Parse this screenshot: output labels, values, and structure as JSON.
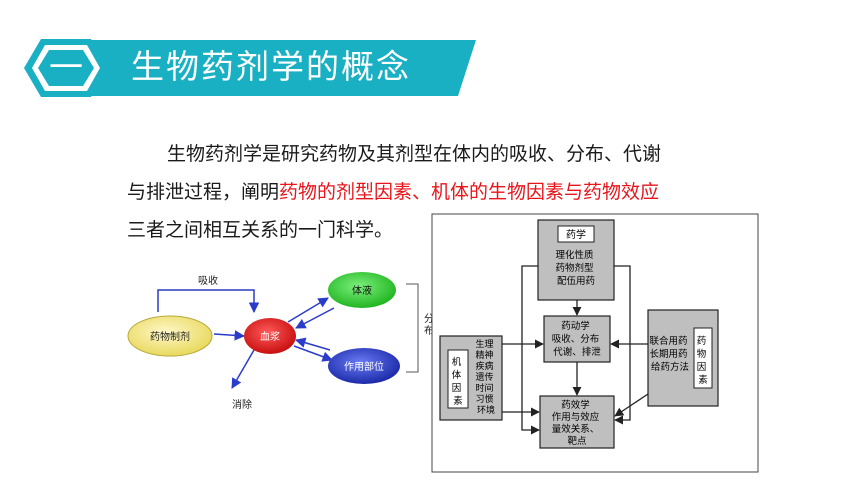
{
  "header": {
    "badge": "一",
    "title": "生物药剂学的概念"
  },
  "paragraph": {
    "line1": "生物药剂学是研究药物及其剂型在体内的吸收、分布、代谢",
    "line2_prefix": "与排泄过程，阐明",
    "line2_highlight": "药物的剂型因素、机体的生物因素与药物效应",
    "line3": "三者之间相互关系的一门科学。"
  },
  "left_diagram": {
    "absorb": "吸收",
    "dosage": "药物制剂",
    "blood": "血浆",
    "fluid": "体液",
    "site": "作用部位",
    "distribute": "分布",
    "eliminate": "消除"
  },
  "right_diagram": {
    "drug_title": "药学",
    "drug_lines": [
      "理化性质",
      "药物剂型",
      "配伍用药"
    ],
    "pk_lines": [
      "药动学",
      "吸收、分布",
      "代谢、排泄"
    ],
    "pd_lines": [
      "药效学",
      "作用与效应",
      "量效关系、",
      "靶点"
    ],
    "body_factor": [
      "机体",
      "因素"
    ],
    "body_lines": [
      "生理",
      "精神",
      "疾病",
      "遗传",
      "时间",
      "习惯",
      "环境"
    ],
    "drug_factor": [
      "药物",
      "因素"
    ],
    "combo_lines": [
      "联合用药",
      "长期用药",
      "给药方法"
    ]
  },
  "colors": {
    "accent": "#1ab0c4",
    "green": "#33cc33",
    "red_node": "#e21b1b",
    "blue_node": "#2a3cc8",
    "highlight": "#e8151b"
  }
}
